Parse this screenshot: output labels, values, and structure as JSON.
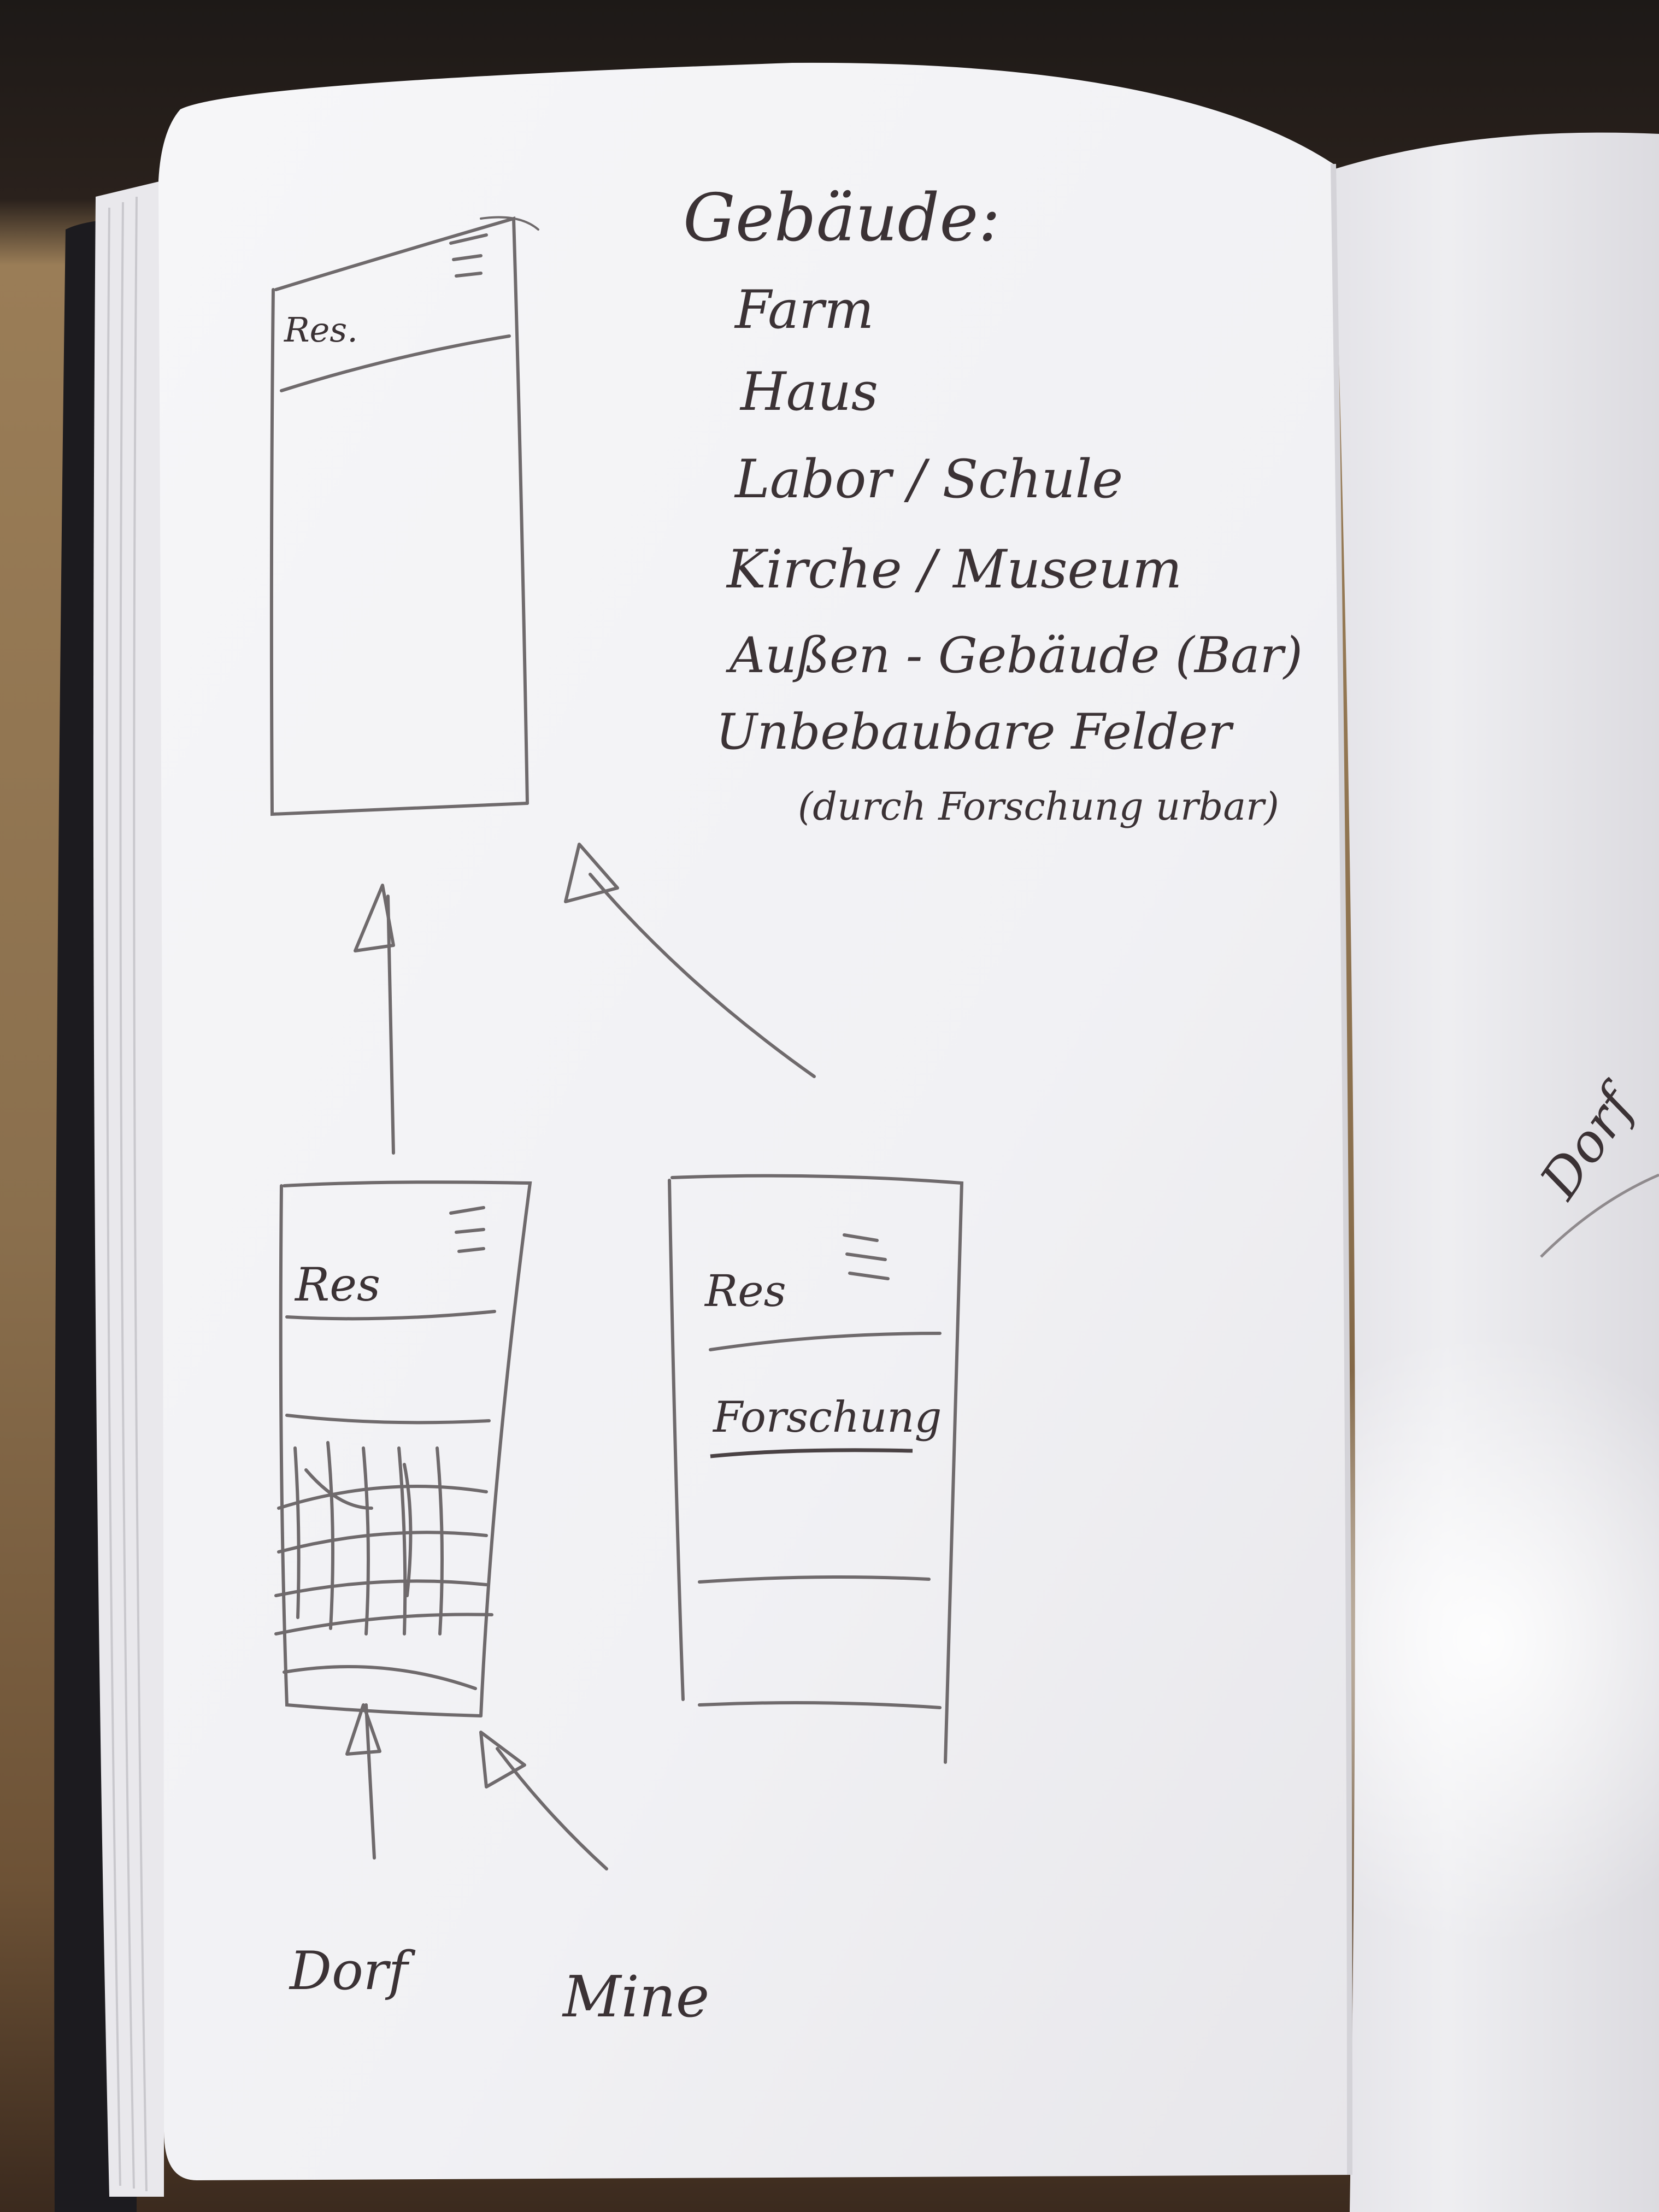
{
  "colors": {
    "background": "#2a2522",
    "table": "#8d7351",
    "paper": "#f3f3f5",
    "ink": "#3b3235",
    "pencil": "#6f6a6c"
  },
  "notes": {
    "heading": "Gebäude:",
    "items": [
      "Farm",
      "Haus",
      "Labor / Schule",
      "Kirche / Museum",
      "Außen - Gebäude (Bar)",
      "Unbebaubare Felder",
      "(durch Forschung urbar)"
    ]
  },
  "sketches": {
    "top_header": "Res.",
    "left_header": "Res",
    "right_header": "Res",
    "right_item": "Forschung"
  },
  "labels": {
    "left": "Dorf",
    "right": "Mine"
  },
  "right_page_fragment": "Dorf"
}
